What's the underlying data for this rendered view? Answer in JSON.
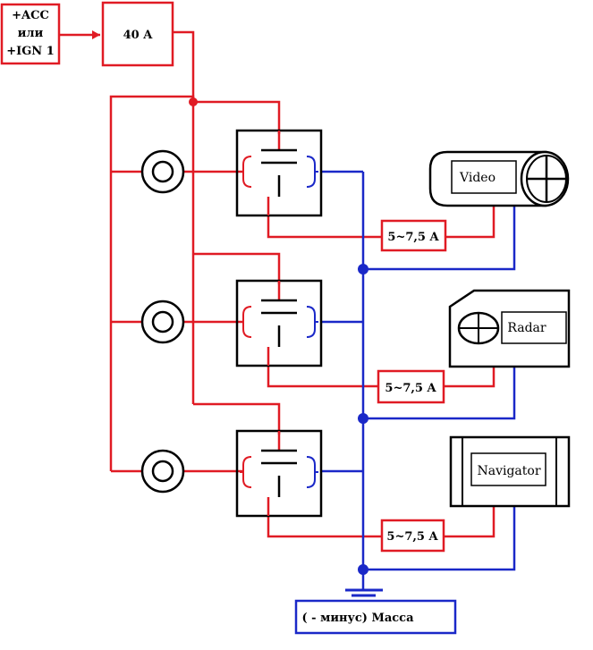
{
  "power_source": {
    "line1": "+ACC",
    "line2": "или",
    "line3": "+IGN 1"
  },
  "main_fuse": {
    "label": "40 A"
  },
  "branch_fuses": [
    {
      "label": "5~7,5 A"
    },
    {
      "label": "5~7,5 A"
    },
    {
      "label": "5~7,5 A"
    }
  ],
  "devices": {
    "video": {
      "label": "Video"
    },
    "radar": {
      "label": "Radar"
    },
    "navigator": {
      "label": "Navigator"
    }
  },
  "ground": {
    "label": "( - минус) Масса"
  },
  "colors": {
    "positive": "#e01b24",
    "negative": "#1a28c8",
    "outline": "#000000"
  }
}
